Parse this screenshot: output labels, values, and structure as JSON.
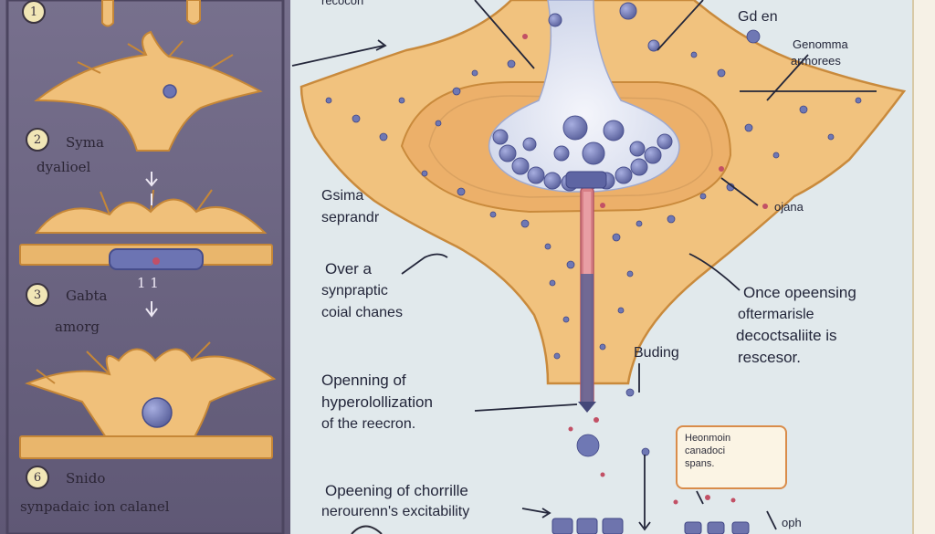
{
  "left_panel": {
    "steps": [
      {
        "num": "1",
        "line1": "",
        "line2": ""
      },
      {
        "num": "2",
        "line1": "Syma",
        "line2": "dyalioel"
      },
      {
        "num": "3",
        "line1": "Gabta",
        "line2": "amorg"
      },
      {
        "num": "6",
        "line1": "Snido",
        "line2": "synpadaic ion calanel"
      }
    ],
    "marks": {
      "one_one": "1 1"
    }
  },
  "labels": {
    "top_recocon": "recocon",
    "gd_en": "Gd en",
    "genomma": "Genomma",
    "armorees": "armorees",
    "gsima": "Gsima",
    "seprandr": "seprandr",
    "ojana": "ojana",
    "over_1": "Over   a",
    "over_2": "synpraptic",
    "over_3": "coial   chanes",
    "once_1": "Once opeensing",
    "once_2": "oftermarisle",
    "once_3": "decoctsaliite is",
    "once_4": "rescesor.",
    "buding": "Buding",
    "open_1": "Openning of",
    "open_2": "hyperolollization",
    "open_3": "of the reecron.",
    "bottom_1": "Opeening  of  chorrille",
    "bottom_2": "nerourenn's excitability",
    "oph": "oph"
  },
  "callout": {
    "line1": "Heonmoin",
    "line2": "canadoci",
    "line3": "spans."
  },
  "colors": {
    "left_panel_bg": "#6e6683",
    "main_bg": "#e1e9ec",
    "neuron_fill": "#f1c27e",
    "neuron_stroke": "#c98a3c",
    "vesicle": "#7f87bf",
    "axon": "#d77f86"
  }
}
